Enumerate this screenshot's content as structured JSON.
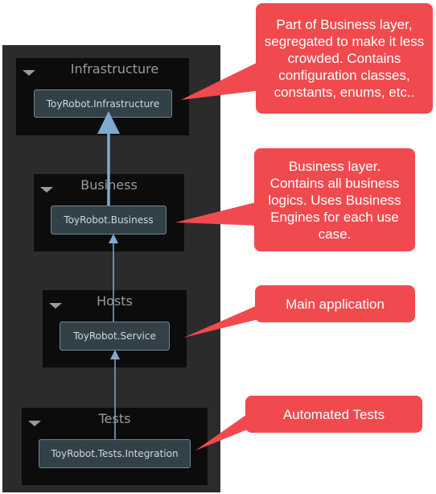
{
  "groups": [
    {
      "title": "Infrastructure",
      "node": "ToyRobot.Infrastructure"
    },
    {
      "title": "Business",
      "node": "ToyRobot.Business"
    },
    {
      "title": "Hosts",
      "node": "ToyRobot.Service"
    },
    {
      "title": "Tests",
      "node": "ToyRobot.Tests.Integration"
    }
  ],
  "callouts": [
    {
      "text": "Part of Business layer, segregated to make it less crowded. Contains configuration classes, constants, enums, etc.."
    },
    {
      "text": "Business layer. Contains all business logics. Uses Business Engines for each use case."
    },
    {
      "text": "Main application"
    },
    {
      "text": "Automated Tests"
    }
  ],
  "colors": {
    "callout": "#f04a4f",
    "canvas": "#2b2b2b",
    "group": "#0c0c0c",
    "node": "#324048",
    "arrow": "#7fa9cf"
  }
}
